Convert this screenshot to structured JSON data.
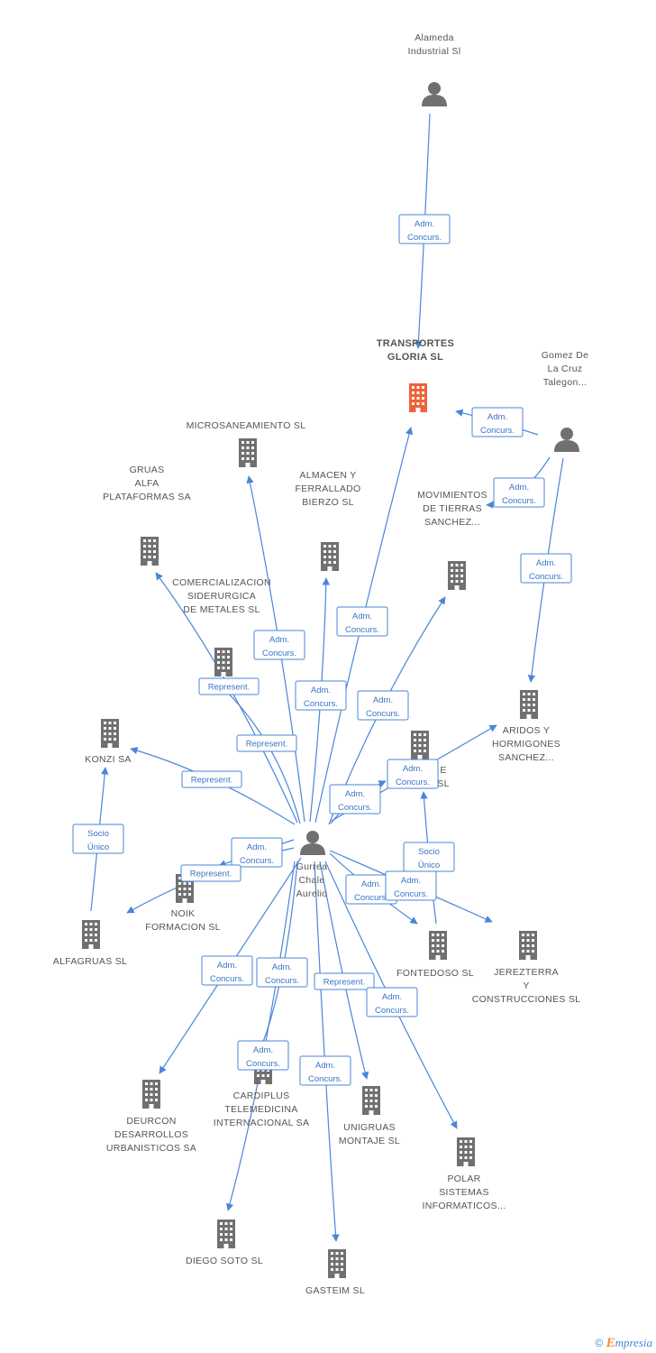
{
  "colors": {
    "edge": "#4a86d9",
    "company": "#707070",
    "main_company": "#f0623a",
    "person": "#707070"
  },
  "nodes": [
    {
      "id": "alameda",
      "type": "person",
      "lines": [
        "Alameda",
        "Industrial Sl"
      ]
    },
    {
      "id": "transportes",
      "type": "company",
      "main": true,
      "lines": [
        "TRANSPORTES",
        "GLORIA SL"
      ]
    },
    {
      "id": "gomez",
      "type": "person",
      "lines": [
        "Gomez De",
        "La Cruz",
        "Talegon..."
      ]
    },
    {
      "id": "microsan",
      "type": "company",
      "lines": [
        "MICROSANEAMIENTO SL"
      ]
    },
    {
      "id": "gruas",
      "type": "company",
      "lines": [
        "GRUAS",
        "ALFA",
        "PLATAFORMAS SA"
      ]
    },
    {
      "id": "almacen",
      "type": "company",
      "lines": [
        "ALMACEN Y",
        "FERRALLADO",
        "BIERZO SL"
      ]
    },
    {
      "id": "movimientos",
      "type": "company",
      "lines": [
        "MOVIMIENTOS",
        "DE TIERRAS",
        "SANCHEZ..."
      ]
    },
    {
      "id": "comercial",
      "type": "company",
      "lines": [
        "COMERCIALIZACION",
        "SIDERURGICA",
        "DE METALES SL"
      ]
    },
    {
      "id": "aridos",
      "type": "company",
      "lines": [
        "ARIDOS Y",
        "HORMIGONES",
        "SANCHEZ..."
      ]
    },
    {
      "id": "konzi",
      "type": "company",
      "lines": [
        "KONZI SA"
      ]
    },
    {
      "id": "hidden",
      "type": "company",
      "lines": [
        "E",
        "SL"
      ]
    },
    {
      "id": "gurrea",
      "type": "person",
      "lines": [
        "Gurrea",
        "Chale",
        "Aurelio"
      ]
    },
    {
      "id": "noik",
      "type": "company",
      "lines": [
        "NOIK",
        "FORMACION SL"
      ]
    },
    {
      "id": "alfagruas",
      "type": "company",
      "lines": [
        "ALFAGRUAS SL"
      ]
    },
    {
      "id": "fontedoso",
      "type": "company",
      "lines": [
        "FONTEDOSO SL"
      ]
    },
    {
      "id": "jerezterra",
      "type": "company",
      "lines": [
        "JEREZTERRA",
        "Y",
        "CONSTRUCCIONES SL"
      ]
    },
    {
      "id": "deurcon",
      "type": "company",
      "lines": [
        "DEURCON",
        "DESARROLLOS",
        "URBANISTICOS SA"
      ]
    },
    {
      "id": "cardiplus",
      "type": "company",
      "lines": [
        "CARDIPLUS",
        "TELEMEDICINA",
        "INTERNACIONAL SA"
      ]
    },
    {
      "id": "unigruas",
      "type": "company",
      "lines": [
        "UNIGRUAS",
        "MONTAJE SL"
      ]
    },
    {
      "id": "polar",
      "type": "company",
      "lines": [
        "POLAR",
        "SISTEMAS",
        "INFORMATICOS..."
      ]
    },
    {
      "id": "diego",
      "type": "company",
      "lines": [
        "DIEGO SOTO SL"
      ]
    },
    {
      "id": "gasteim",
      "type": "company",
      "lines": [
        "GASTEIM SL"
      ]
    }
  ],
  "edges": [
    {
      "from": "alameda",
      "to": "transportes",
      "label": [
        "Adm.",
        "Concurs."
      ]
    },
    {
      "from": "gomez",
      "to": "transportes",
      "label": [
        "Adm.",
        "Concurs."
      ]
    },
    {
      "from": "gomez",
      "to": "movimientos",
      "label": [
        "Adm.",
        "Concurs."
      ]
    },
    {
      "from": "gomez",
      "to": "aridos",
      "label": [
        "Adm.",
        "Concurs."
      ]
    },
    {
      "from": "gurrea",
      "to": "transportes",
      "label": [
        "Adm.",
        "Concurs."
      ]
    },
    {
      "from": "gurrea",
      "to": "microsan",
      "label": [
        "Adm.",
        "Concurs."
      ]
    },
    {
      "from": "gurrea",
      "to": "gruas",
      "label": [
        "Represent."
      ]
    },
    {
      "from": "gurrea",
      "to": "almacen",
      "label": [
        "Adm.",
        "Concurs."
      ]
    },
    {
      "from": "gurrea",
      "to": "movimientos",
      "label": [
        "Adm.",
        "Concurs."
      ]
    },
    {
      "from": "gurrea",
      "to": "comercial",
      "label": [
        "Represent."
      ]
    },
    {
      "from": "gurrea",
      "to": "konzi",
      "label": [
        "Represent."
      ]
    },
    {
      "from": "gurrea",
      "to": "hidden",
      "label": [
        "Adm.",
        "Concurs."
      ]
    },
    {
      "from": "gurrea",
      "to": "aridos",
      "label": [
        "Adm.",
        "Concurs."
      ]
    },
    {
      "from": "gurrea",
      "to": "noik",
      "label": [
        "Adm.",
        "Concurs."
      ]
    },
    {
      "from": "gurrea",
      "to": "alfagruas",
      "label": [
        "Represent."
      ]
    },
    {
      "from": "gurrea",
      "to": "fontedoso",
      "label": [
        "Adm.",
        "Concurs."
      ]
    },
    {
      "from": "gurrea",
      "to": "jerezterra",
      "label": [
        "Adm.",
        "Concurs."
      ]
    },
    {
      "from": "gurrea",
      "to": "deurcon",
      "label": [
        "Adm.",
        "Concurs."
      ]
    },
    {
      "from": "gurrea",
      "to": "cardiplus",
      "label": [
        "Adm.",
        "Concurs."
      ]
    },
    {
      "from": "gurrea",
      "to": "diego",
      "label": [
        "Adm.",
        "Concurs."
      ]
    },
    {
      "from": "gurrea",
      "to": "unigruas",
      "label": [
        "Represent."
      ]
    },
    {
      "from": "gurrea",
      "to": "polar",
      "label": [
        "Adm.",
        "Concurs."
      ]
    },
    {
      "from": "gurrea",
      "to": "gasteim",
      "label": [
        "Adm.",
        "Concurs."
      ]
    },
    {
      "from": "alfagruas",
      "to": "konzi",
      "label": [
        "Socio",
        "Único"
      ]
    },
    {
      "from": "fontedoso",
      "to": "hidden",
      "label": [
        "Socio",
        "Único"
      ]
    }
  ],
  "footer": {
    "copyright": "©",
    "brand_initial": "E",
    "brand_rest": "mpresia"
  }
}
